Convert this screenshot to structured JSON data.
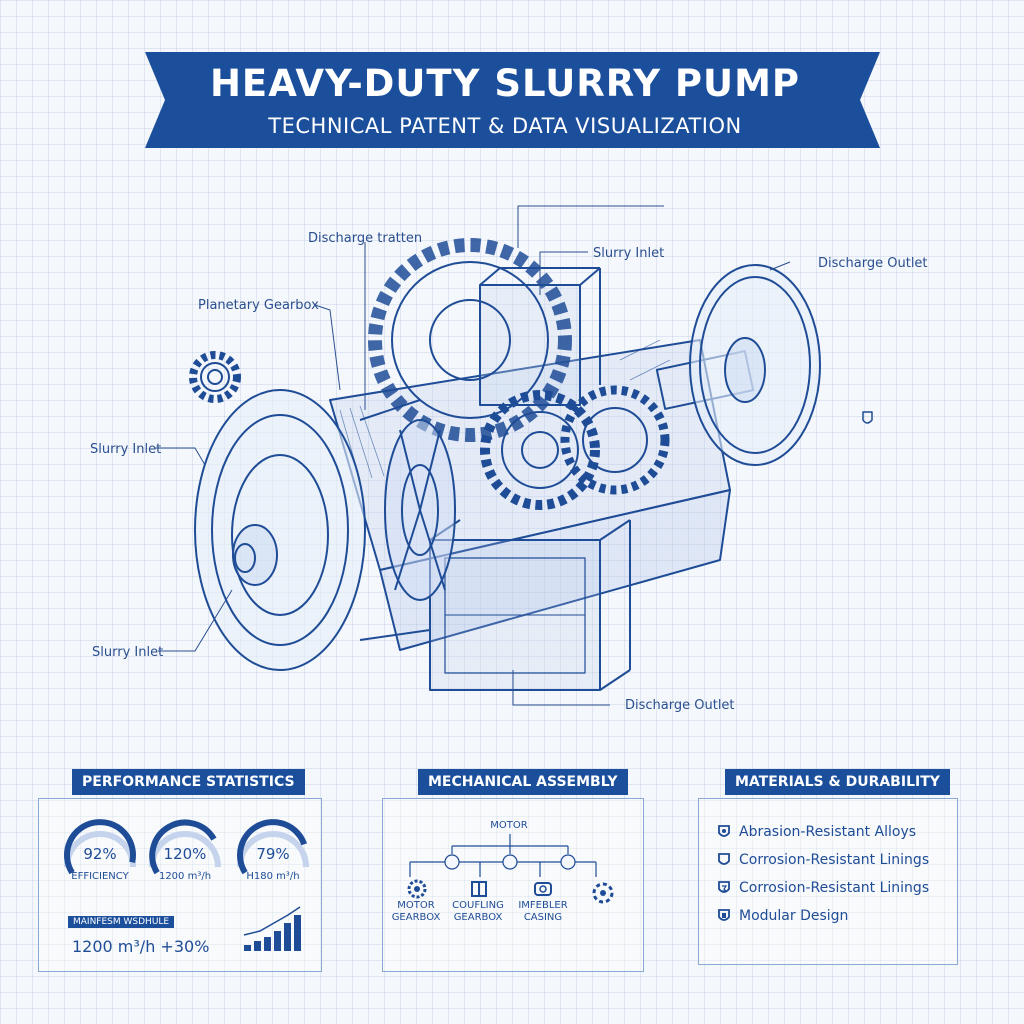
{
  "header": {
    "title": "HEAVY-DUTY SLURRY PUMP",
    "subtitle": "TECHNICAL PATENT & DATA VISUALIZATION"
  },
  "diagram": {
    "callouts": {
      "discharge_top": "Discharge tratten",
      "slurry_inlet_top": "Slurry Inlet",
      "discharge_outlet_right": "Discharge Outlet",
      "planetary_gearbox": "Planetary Gearbox",
      "slurry_inlet_left": "Slurry Inlet",
      "slurry_inlet_bottom": "Slurry Inlet",
      "discharge_outlet_bottom": "Discharge Outlet"
    }
  },
  "performance": {
    "title": "PERFORMANCE STATISTICS",
    "gauges": [
      {
        "value": "92%",
        "label": "EFFICIENCY",
        "fill": 0.92
      },
      {
        "value": "120%",
        "label": "1200 m³/h",
        "fill": 0.75
      },
      {
        "value": "79%",
        "label": "H180 m³/h",
        "fill": 0.79
      }
    ],
    "mini_title": "MAINFESM WSDHULE",
    "flow_text": "1200 m³/h  +30%"
  },
  "assembly": {
    "title": "MECHANICAL ASSEMBLY",
    "root": "MOTOR",
    "children": [
      {
        "label": "MOTOR\nGEARBOX"
      },
      {
        "label": "COUFLING\nGEARBOX"
      },
      {
        "label": "IMFEBLER\nCASING"
      }
    ]
  },
  "materials": {
    "title": "MATERIALS & DURABILITY",
    "items": [
      "Abrasion-Resistant Alloys",
      "Corrosion-Resistant Linings",
      "Corrosion-Resistant Linings",
      "Modular Design"
    ]
  },
  "colors": {
    "ink": "#1f4c96",
    "banner": "#1b4f9c",
    "paper": "#f4f7fb"
  }
}
